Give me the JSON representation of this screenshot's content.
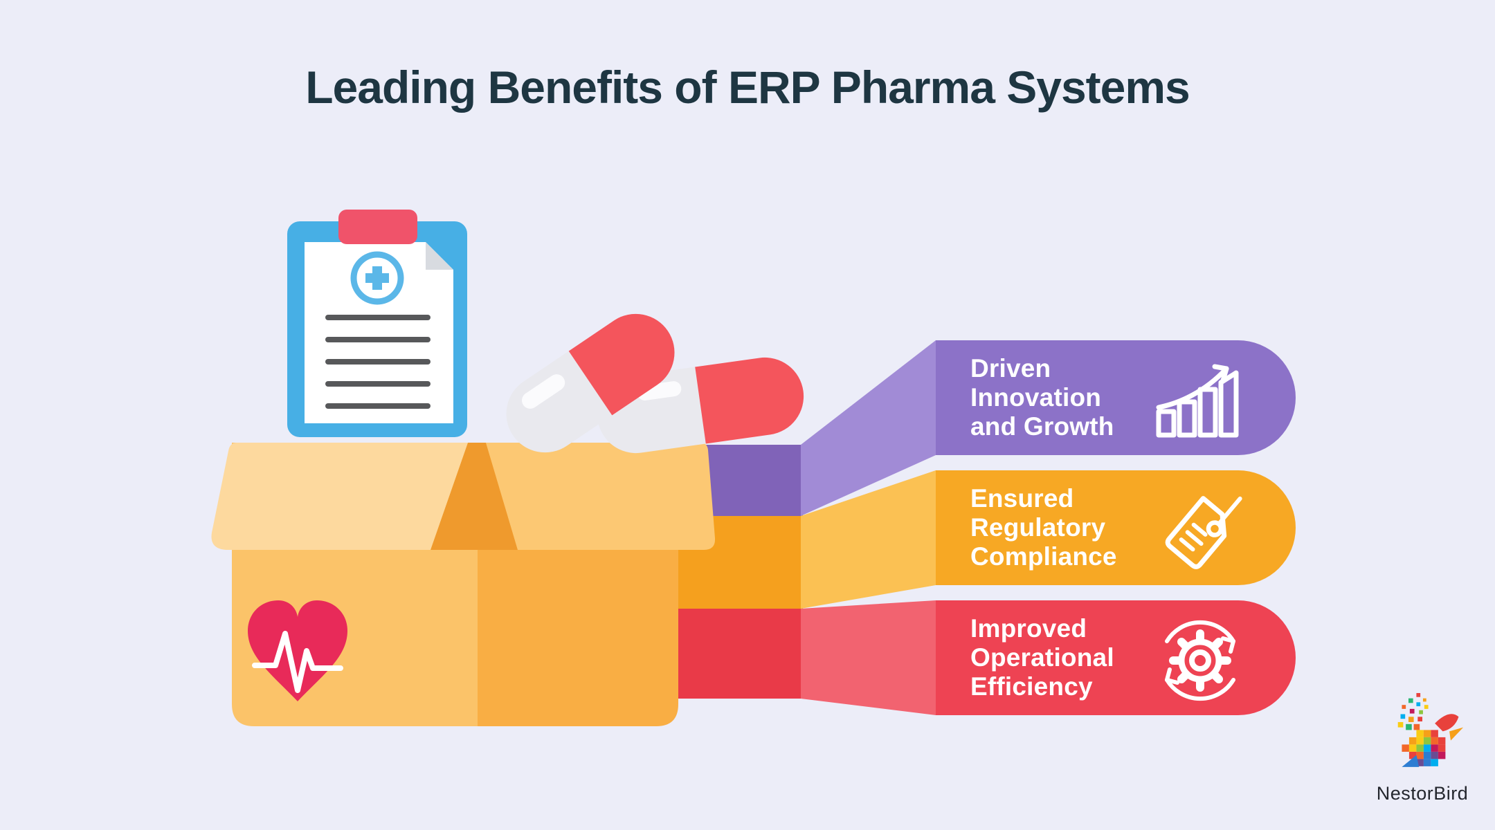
{
  "page": {
    "title": "Leading Benefits of ERP Pharma Systems",
    "title_color": "#1E3642",
    "background_color": "#ECEDF8"
  },
  "banners": [
    {
      "id": "driven-innovation-and-growth",
      "lines": [
        "Driven",
        "Innovation",
        "and Growth"
      ],
      "capsule_color": "#8C72C8",
      "fold_color": "#A18BD6",
      "band_color": "#8063B8",
      "text_color": "#FFFFFF",
      "icon": "growth-chart-icon"
    },
    {
      "id": "ensured-regulatory-compliance",
      "lines": [
        "Ensured",
        "Regulatory",
        "Compliance"
      ],
      "capsule_color": "#F7A824",
      "fold_color": "#FBC153",
      "band_color": "#F5A01E",
      "text_color": "#FFFFFF",
      "icon": "price-tag-icon"
    },
    {
      "id": "improved-operational-efficiency",
      "lines": [
        "Improved",
        "Operational",
        "Efficiency"
      ],
      "capsule_color": "#EE4353",
      "fold_color": "#F26370",
      "band_color": "#E93A48",
      "text_color": "#FFFFFF",
      "icon": "gear-cycle-icon"
    }
  ],
  "illustration": {
    "elements": [
      "clipboard-medical",
      "capsule-pills",
      "open-box",
      "heart-pulse"
    ],
    "clipboard_blue": "#47AFE5",
    "clip_red": "#F0536A",
    "pill_red": "#F4555C",
    "pill_light": "#E9E9EE",
    "box_left": "#FBC369",
    "box_right": "#F9AE44",
    "flap_left": "#FDD99E",
    "flap_right": "#FCC873",
    "box_interior": "#EF9A2D",
    "heart_red": "#E82A59"
  },
  "logo": {
    "text": "NestorBird"
  }
}
